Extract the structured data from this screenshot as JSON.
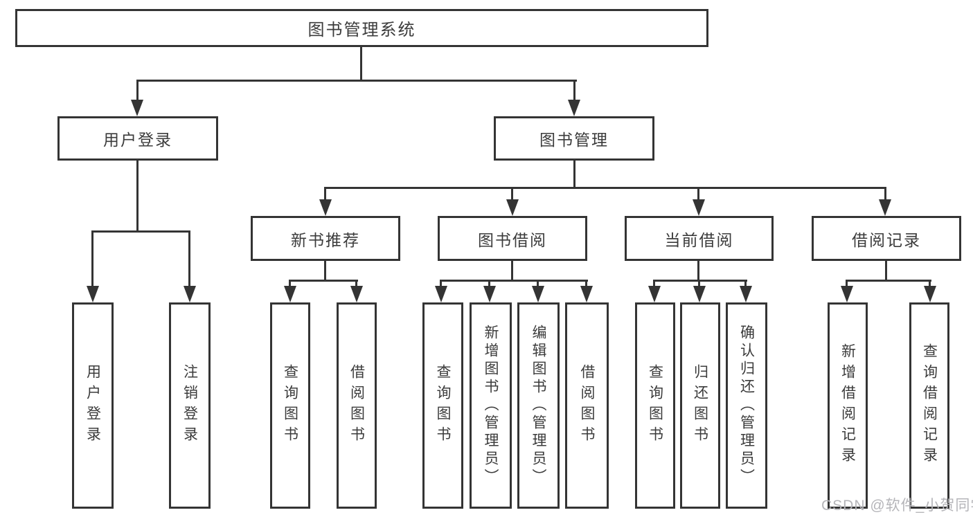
{
  "diagram": {
    "type": "tree",
    "root": {
      "label": "图书管理系统",
      "children": [
        {
          "label": "用户登录",
          "children": [
            {
              "label": "用户登录"
            },
            {
              "label": "注销登录"
            }
          ]
        },
        {
          "label": "图书管理",
          "children": [
            {
              "label": "新书推荐",
              "children": [
                {
                  "label": "查询图书"
                },
                {
                  "label": "借阅图书"
                }
              ]
            },
            {
              "label": "图书借阅",
              "children": [
                {
                  "label": "查询图书"
                },
                {
                  "label": "新增图书（管理员）"
                },
                {
                  "label": "编辑图书（管理员）"
                },
                {
                  "label": "借阅图书"
                }
              ]
            },
            {
              "label": "当前借阅",
              "children": [
                {
                  "label": "查询图书"
                },
                {
                  "label": "归还图书"
                },
                {
                  "label": "确认归还（管理员）"
                }
              ]
            },
            {
              "label": "借阅记录",
              "children": [
                {
                  "label": "新增借阅记录"
                },
                {
                  "label": "查询借阅记录"
                }
              ]
            }
          ]
        }
      ]
    }
  },
  "watermark": {
    "text": "CSDN @软件_小贺同学"
  },
  "colors": {
    "line": "#343434",
    "text": "#3b3b3b",
    "box_fill": "#ffffff",
    "background": "#ffffff",
    "watermark": "#b5b5b9"
  }
}
